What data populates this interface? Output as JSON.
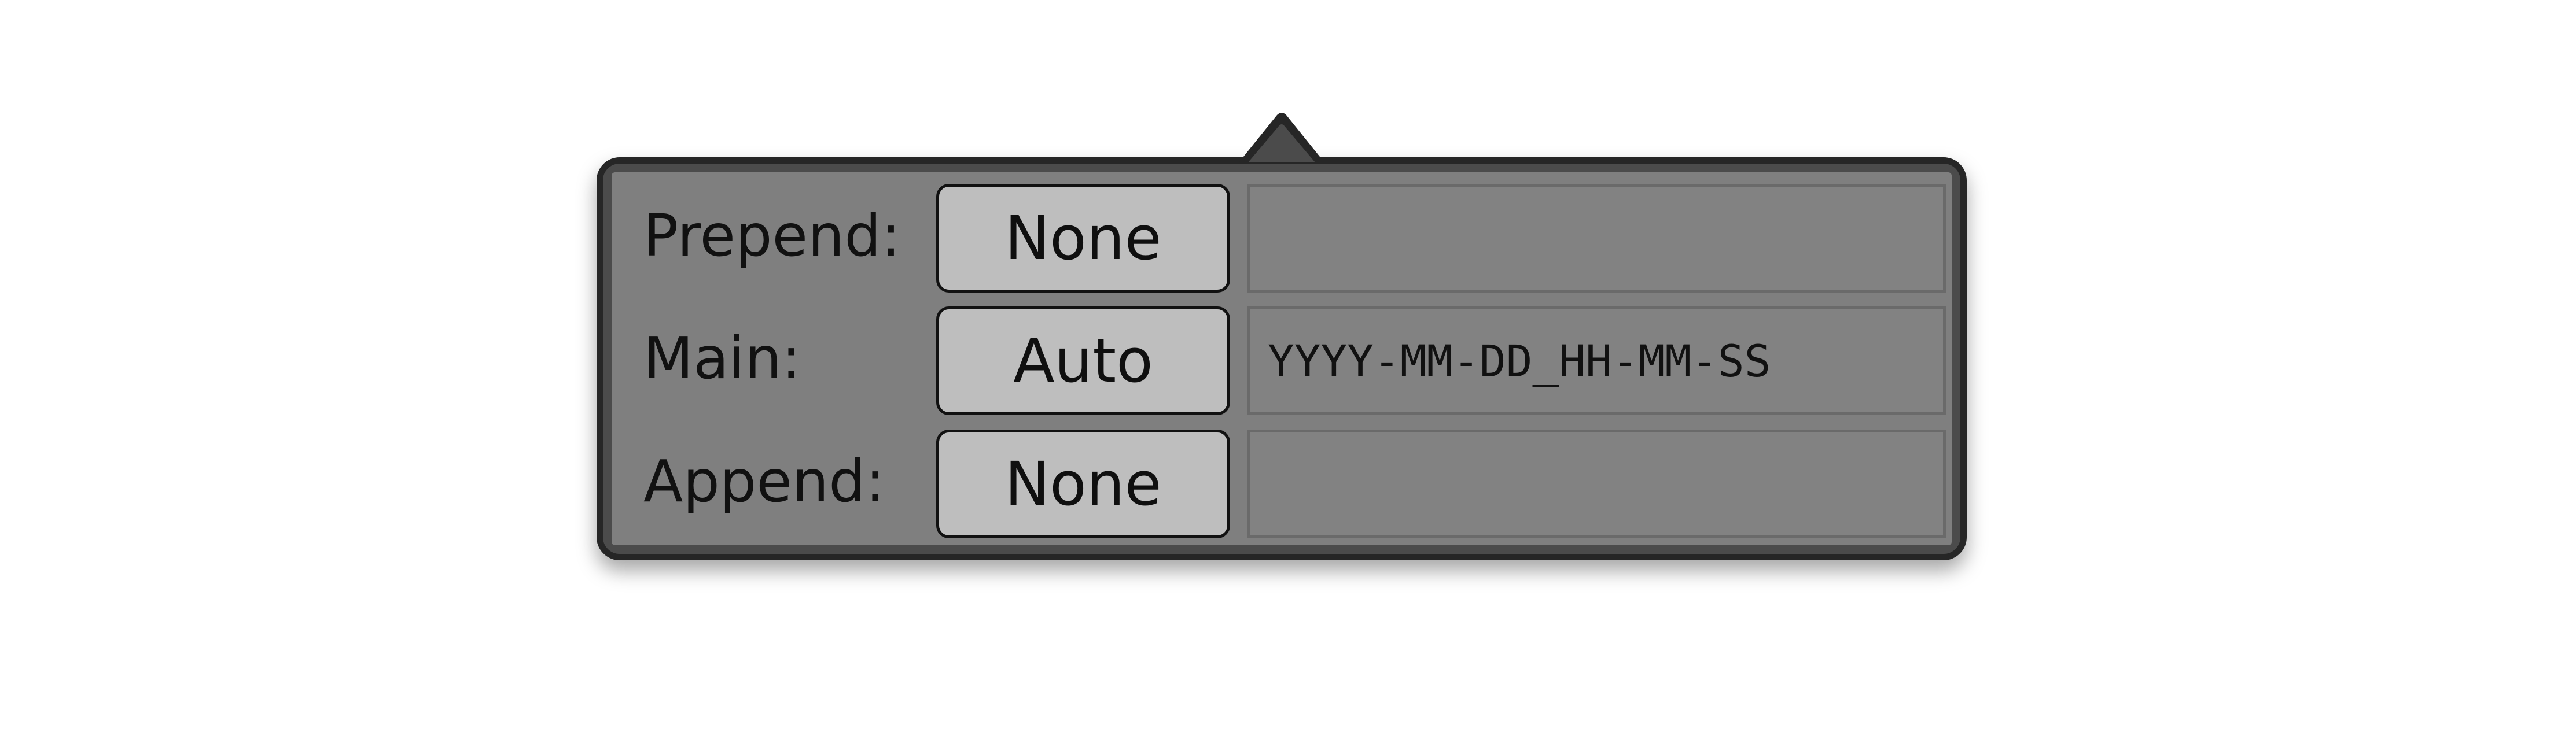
{
  "rows": [
    {
      "label": "Prepend:",
      "mode": "None",
      "value": ""
    },
    {
      "label": "Main:",
      "mode": "Auto",
      "value": "YYYY-MM-DD_HH-MM-SS"
    },
    {
      "label": "Append:",
      "mode": "None",
      "value": ""
    }
  ],
  "colors": {
    "popover_border": "#262626",
    "popover_background": "#7f7f7f",
    "button_background": "#bebebe",
    "field_background": "#828282"
  }
}
